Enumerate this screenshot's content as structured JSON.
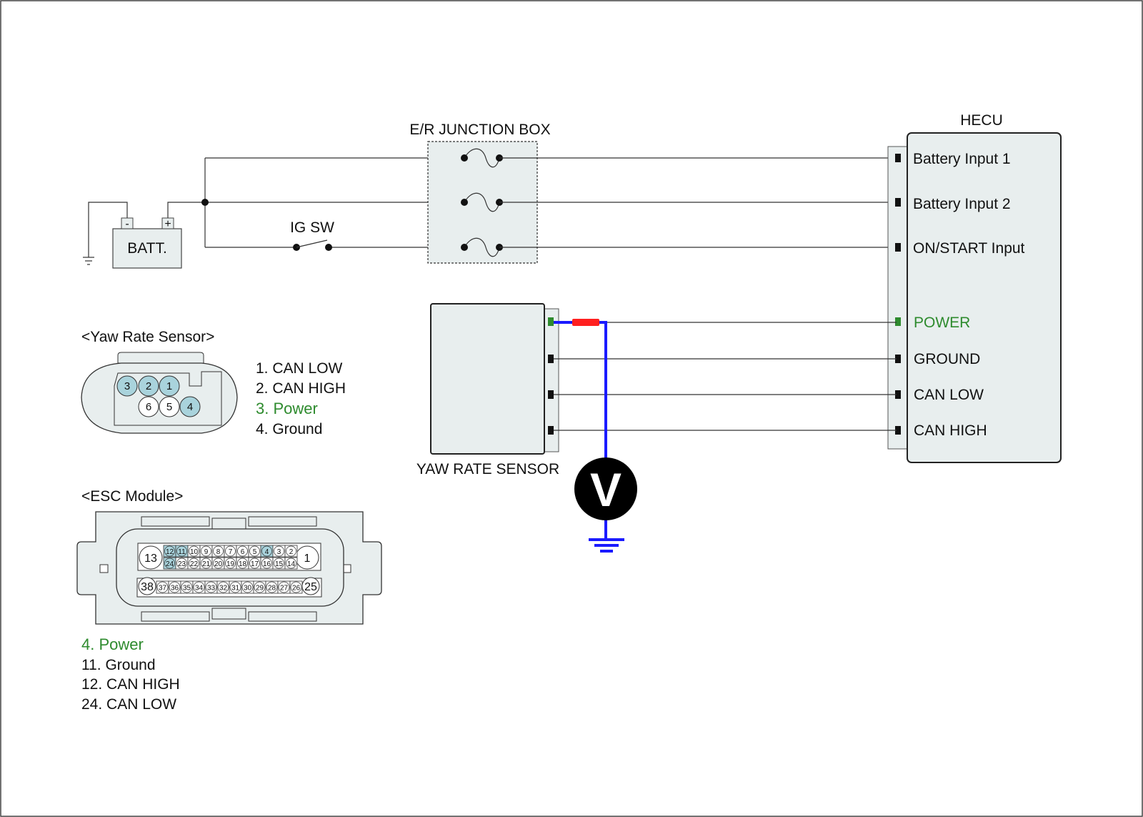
{
  "labels": {
    "junction_box": "E/R JUNCTION BOX",
    "hecu": "HECU",
    "battery": "BATT.",
    "battery_neg": "-",
    "battery_pos": "+",
    "ig_switch": "IG SW",
    "yaw_sensor_bottom": "YAW RATE SENSOR",
    "voltmeter": "V"
  },
  "hecu_pins": [
    {
      "label": "Battery Input 1"
    },
    {
      "label": "Battery Input 2"
    },
    {
      "label": "ON/START Input"
    },
    {
      "label": "POWER"
    },
    {
      "label": "GROUND"
    },
    {
      "label": "CAN LOW"
    },
    {
      "label": "CAN HIGH"
    }
  ],
  "yaw_connector": {
    "title": "<Yaw Rate Sensor>",
    "pins_top": [
      "3",
      "2",
      "1"
    ],
    "pins_bottom": [
      "6",
      "5",
      "4"
    ],
    "legend": [
      "1. CAN LOW",
      "2. CAN HIGH",
      "3. Power",
      "4. Ground"
    ]
  },
  "esc_connector": {
    "title": "<ESC Module>",
    "big_left": "13",
    "big_right": "1",
    "row1": [
      "12",
      "11",
      "10",
      "9",
      "8",
      "7",
      "6",
      "5",
      "4",
      "3",
      "2"
    ],
    "row2": [
      "24",
      "23",
      "22",
      "21",
      "20",
      "19",
      "18",
      "17",
      "16",
      "15",
      "14"
    ],
    "row3_left": "38",
    "row3_right": "25",
    "row3": [
      "37",
      "36",
      "35",
      "34",
      "33",
      "32",
      "31",
      "30",
      "29",
      "28",
      "27",
      "26"
    ],
    "legend": [
      "4. Power",
      "11. Ground",
      "12. CAN HIGH",
      "24. CAN LOW"
    ]
  },
  "colors": {
    "highlight_pin": "#a9d3dc",
    "power_text": "#2e8b2e",
    "probe_wire": "#1a1aff",
    "probe_red": "#ff2020",
    "box_fill": "#e8eeee"
  }
}
